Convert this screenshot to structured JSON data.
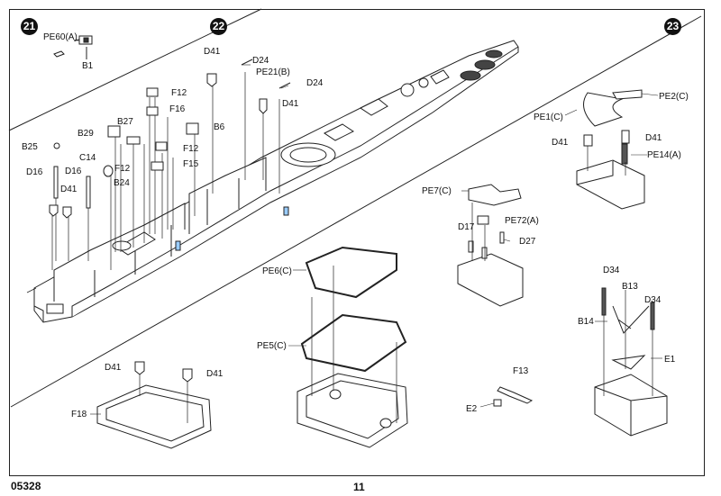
{
  "page": {
    "code": "05328",
    "number": "11"
  },
  "steps": [
    "21",
    "22",
    "23"
  ],
  "labels": {
    "pe60a": "PE60(A)",
    "b1": "B1",
    "d41_a": "D41",
    "d24_a": "D24",
    "pe21b": "PE21(B)",
    "d24_b": "D24",
    "d41_b": "D41",
    "f12_a": "F12",
    "f16": "F16",
    "b27": "B27",
    "b29": "B29",
    "b6": "B6",
    "f12_b": "F12",
    "b25": "B25",
    "c14": "C14",
    "f12_c": "F12",
    "f15": "F15",
    "d16_a": "D16",
    "d16_b": "D16",
    "b24": "B24",
    "d41_c": "D41",
    "pe2c": "PE2(C)",
    "pe1c": "PE1(C)",
    "d41_d": "D41",
    "d41_e": "D41",
    "pe14a": "PE14(A)",
    "pe7c": "PE7(C)",
    "d17": "D17",
    "pe72a": "PE72(A)",
    "d27": "D27",
    "pe6c": "PE6(C)",
    "pe5c": "PE5(C)",
    "d41_f": "D41",
    "d41_g": "D41",
    "f18": "F18",
    "f13": "F13",
    "e2": "E2",
    "d34_a": "D34",
    "b13": "B13",
    "d34_b": "D34",
    "b14": "B14",
    "e1": "E1"
  }
}
